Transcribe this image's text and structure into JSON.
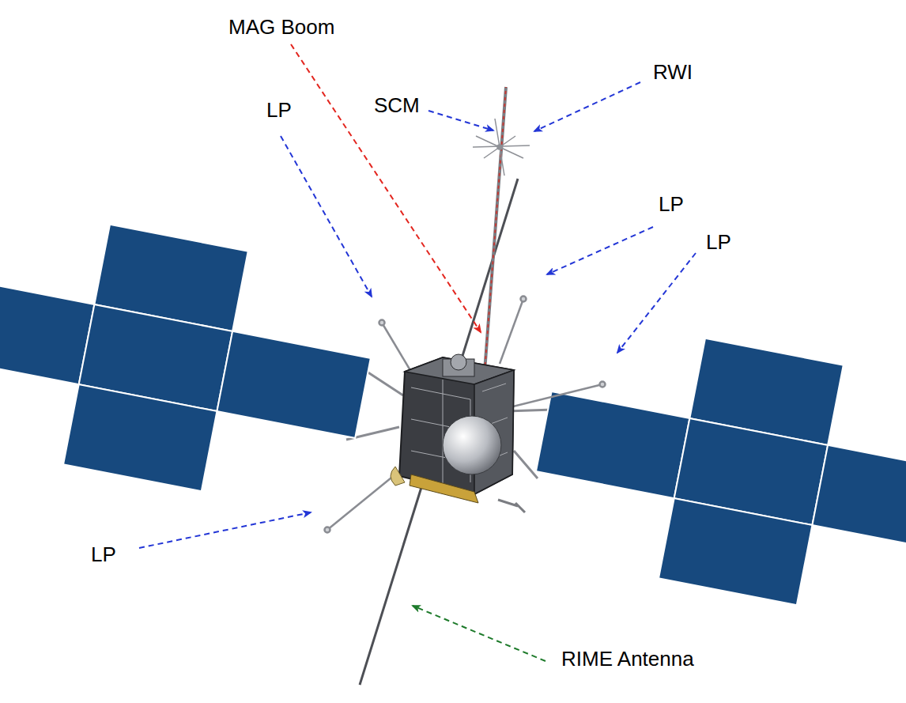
{
  "diagram": {
    "labels": [
      "MAG Boom",
      "RWI",
      "LP",
      "SCM",
      "LP",
      "LP",
      "LP",
      "RIME Antenna"
    ]
  }
}
